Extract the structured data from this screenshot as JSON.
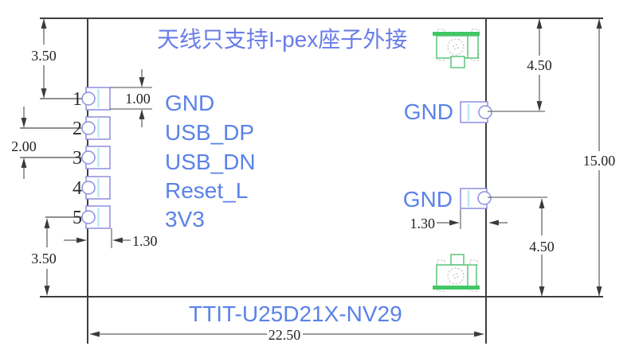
{
  "drawing": {
    "annotation": "天线只支持I-pex座子外接",
    "module_name": "TTIT-U25D21X-NV29"
  },
  "pins": [
    {
      "number": "1",
      "label": "GND"
    },
    {
      "number": "2",
      "label": "USB_DP"
    },
    {
      "number": "3",
      "label": "USB_DN"
    },
    {
      "number": "4",
      "label": "Reset_L"
    },
    {
      "number": "5",
      "label": "3V3"
    }
  ],
  "right_pads": [
    {
      "label": "GND"
    },
    {
      "label": "GND"
    }
  ],
  "dimensions": {
    "top_left_height": "3.50",
    "pad_height": "1.00",
    "pin_span": "2.00",
    "pad_offset_left": "1.30",
    "bottom_left_height": "3.50",
    "top_right_height": "4.50",
    "pad_offset_right": "1.30",
    "bottom_right_height": "4.50",
    "board_height": "15.00",
    "board_width": "22.50"
  },
  "colors": {
    "label_blue": "#5b82e8",
    "connector_green": "#5cc47a",
    "connector_bar_green": "#41c766",
    "pad_outline_purple": "#8d8de0",
    "pad_inner_cyan": "#b9ecf2",
    "line_dark": "#3a3a3a"
  }
}
